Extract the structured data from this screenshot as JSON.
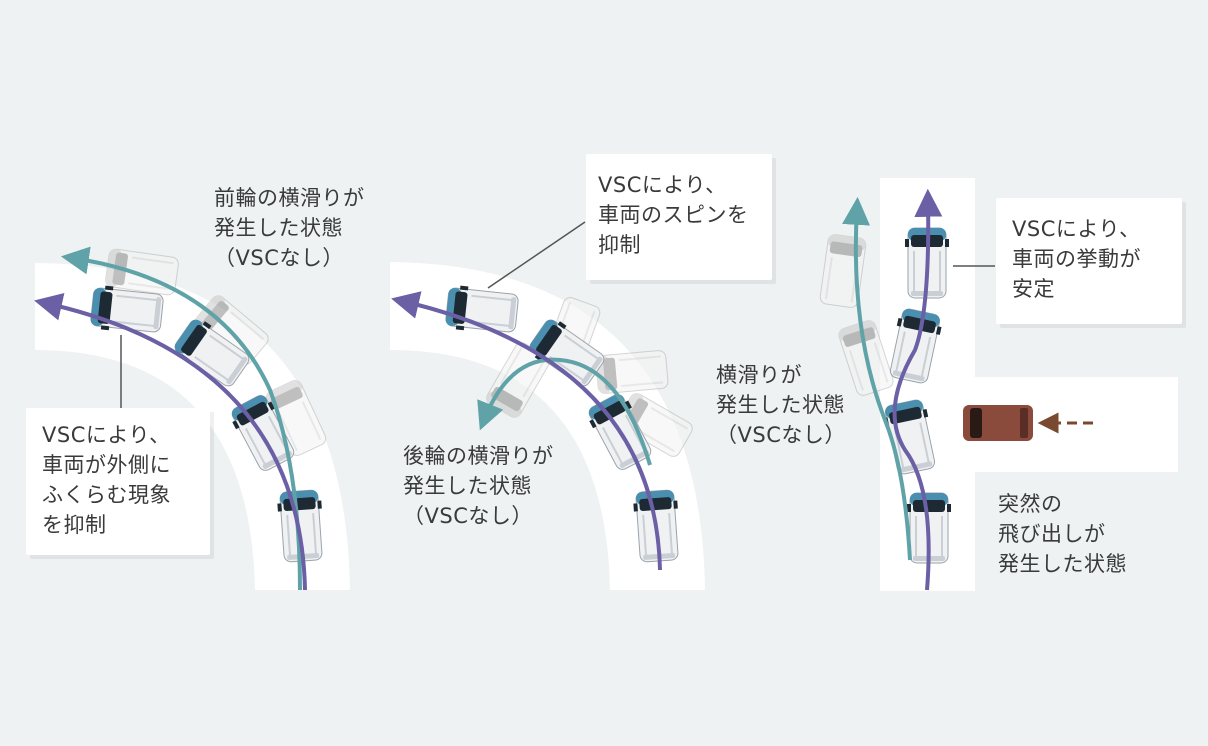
{
  "scenes": [
    {
      "id": "front-slip",
      "title_lines": [
        "前輪の横滑りが",
        "発生した状態",
        "（VSCなし）"
      ],
      "callout_lines": [
        "VSCにより、",
        "車両が外側に",
        "ふくらむ現象",
        "を抑制"
      ]
    },
    {
      "id": "rear-slip",
      "title_lines": [
        "後輪の横滑りが",
        "発生した状態",
        "（VSCなし）"
      ],
      "callout_lines": [
        "VSCにより、",
        "車両のスピンを",
        "抑制"
      ]
    },
    {
      "id": "sudden-avoid",
      "title_lines": [
        "横滑りが",
        "発生した状態",
        "（VSCなし）"
      ],
      "callout_lines": [
        "VSCにより、",
        "車両の挙動が",
        "安定"
      ],
      "event_lines": [
        "突然の",
        "飛び出しが",
        "発生した状態"
      ]
    }
  ],
  "colors": {
    "background": "#eef2f3",
    "road": "#ffffff",
    "vsc_path": "#6b5fa5",
    "no_vsc_path": "#5fa3a8",
    "car_body": "#f0f1f3",
    "car_trim": "#4a8fb0",
    "car_dark": "#1e2a33",
    "intruder_car": "#8a4b3c",
    "intruder_arrow": "#7a4a30"
  }
}
